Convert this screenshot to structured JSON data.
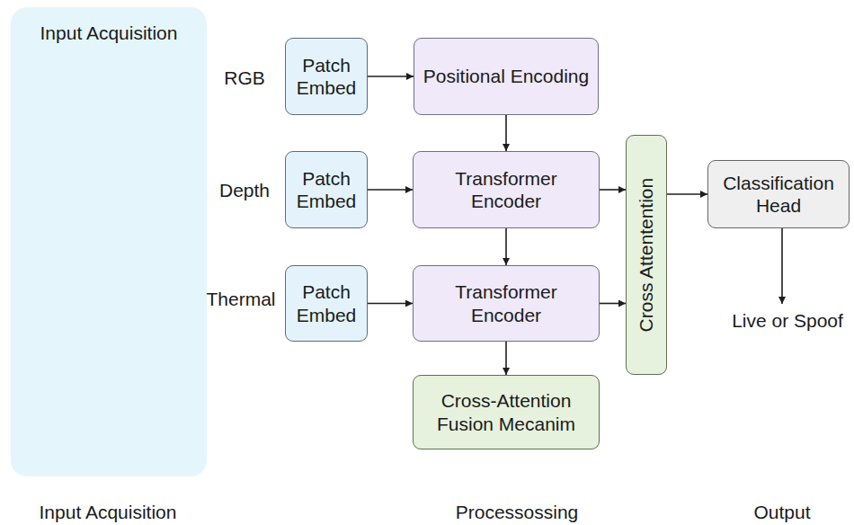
{
  "diagram": {
    "nodes": [
      {
        "text": [
          "Input Acquisition"
        ]
      },
      {
        "text": [
          "Patch Embed"
        ]
      },
      {
        "text": [
          "Positional Encoding"
        ]
      },
      {
        "text": [
          "Patch Embed"
        ]
      },
      {
        "text": [
          "Transformer Encoder"
        ]
      },
      {
        "text": [
          "Cross Attentention"
        ]
      },
      {
        "text": [
          "Classification Head"
        ]
      },
      {
        "text": [
          "Patch Embed"
        ]
      },
      {
        "text": [
          "Transformer Encoder"
        ]
      },
      {
        "text": [
          "Cross-Attention Fusion Mecanim"
        ]
      }
    ],
    "edges": [
      {
        "from": 1,
        "to": 2,
        "arrow": "to"
      },
      {
        "from": 2,
        "to": 4,
        "arrow": "to"
      },
      {
        "from": 3,
        "to": 4,
        "arrow": "to"
      },
      {
        "from": 4,
        "to": 8,
        "arrow": "to"
      },
      {
        "from": 7,
        "to": 8,
        "arrow": "to"
      },
      {
        "from": 4,
        "to": 5,
        "arrow": "to"
      },
      {
        "from": 8,
        "to": 5,
        "arrow": "to"
      },
      {
        "from": 5,
        "to": 6,
        "arrow": "to"
      },
      {
        "from": 8,
        "to": 9,
        "arrow": "to"
      }
    ],
    "labels": [
      "RGB",
      "Depth",
      "Thermal",
      "Live or Spoof",
      "Input Acquisition",
      "Processossing",
      "Output"
    ]
  }
}
